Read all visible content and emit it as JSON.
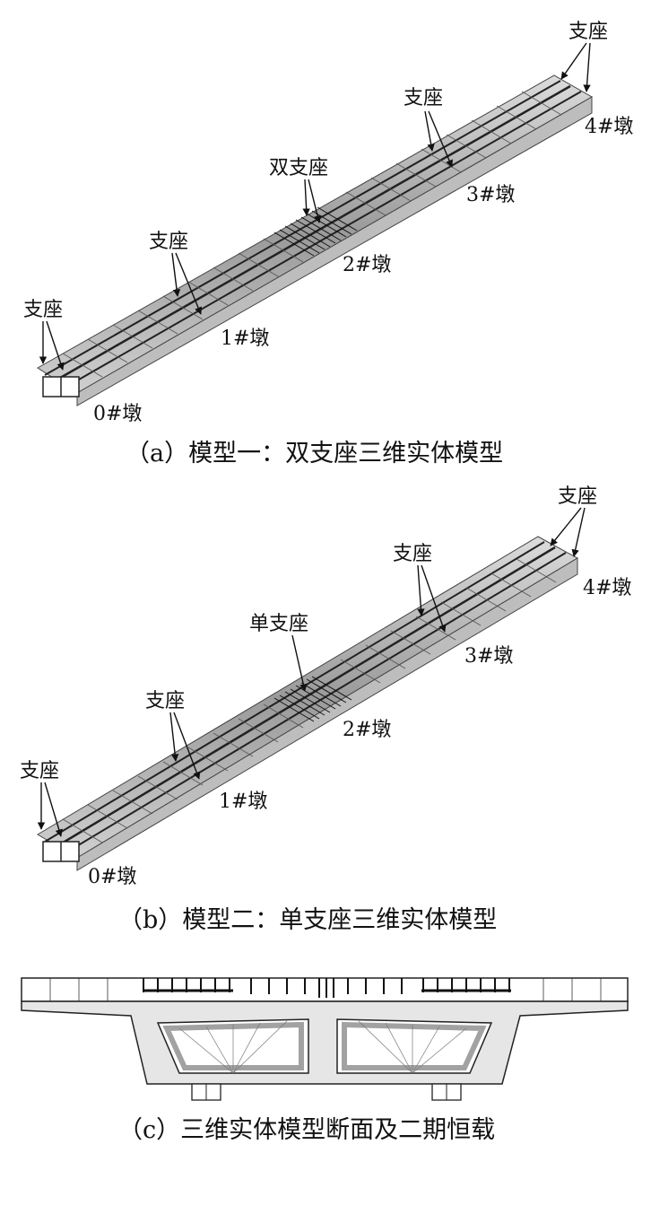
{
  "panel_a": {
    "caption": "（a）模型一：双支座三维实体模型",
    "labels": {
      "bearing_0": "支座",
      "bearing_1": "支座",
      "bearing_2": "双支座",
      "bearing_3": "支座",
      "bearing_4": "支座",
      "pier_0": "0#墩",
      "pier_1": "1#墩",
      "pier_2": "2#墩",
      "pier_3": "3#墩",
      "pier_4": "4#墩"
    }
  },
  "panel_b": {
    "caption": "（b）模型二：单支座三维实体模型",
    "labels": {
      "bearing_0": "支座",
      "bearing_1": "支座",
      "bearing_2": "单支座",
      "bearing_3": "支座",
      "bearing_4": "支座",
      "pier_0": "0#墩",
      "pier_1": "1#墩",
      "pier_2": "2#墩",
      "pier_3": "3#墩",
      "pier_4": "4#墩"
    }
  },
  "panel_c": {
    "caption": "（c）三维实体模型断面及二期恒载"
  },
  "colors": {
    "deck_light": "#d9d9d9",
    "deck_mid": "#a8a8a8",
    "deck_dark": "#555555",
    "mesh_line": "#333333"
  }
}
